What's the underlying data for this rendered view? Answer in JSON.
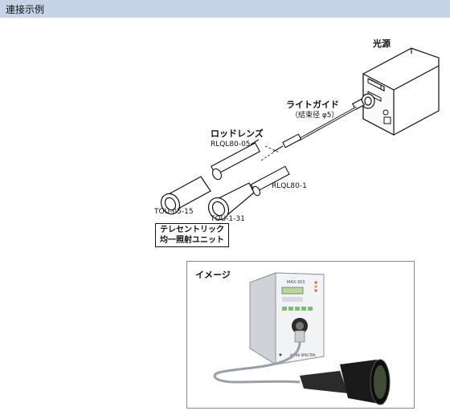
{
  "header": {
    "title": "連接示例"
  },
  "diagram": {
    "light_source": "光源",
    "light_guide": "ライトガイド",
    "light_guide_note": "（結束径 φ5）",
    "rod_lens": "ロッドレンズ",
    "rlql80_05": "RLQL80-05",
    "rlql80_1": "RLQL80-1",
    "tou_05_15": "TOU-05-15",
    "tou_1_31": "TOU-1-31",
    "telecentric_line1": "テレセントリック",
    "telecentric_line2": "均一照射ユニット"
  },
  "photo": {
    "caption": "イメージ",
    "device_model": "MAX-303",
    "brand": "ASAHI SPECTRA"
  }
}
